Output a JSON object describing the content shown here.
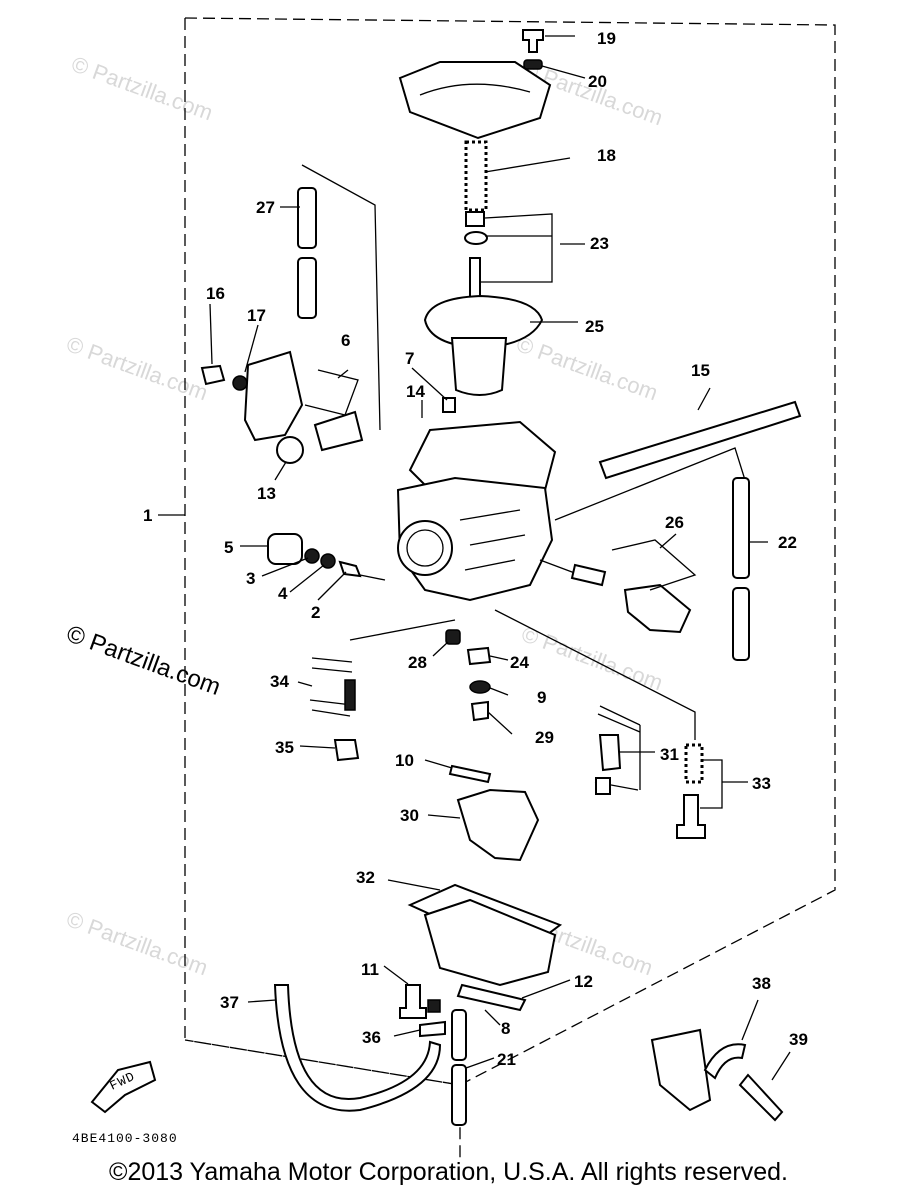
{
  "labels": {
    "c1": "1",
    "c2": "2",
    "c3": "3",
    "c4": "4",
    "c5": "5",
    "c6": "6",
    "c7": "7",
    "c8": "8",
    "c9": "9",
    "c10": "10",
    "c11": "11",
    "c12": "12",
    "c13": "13",
    "c14": "14",
    "c15": "15",
    "c16": "16",
    "c17": "17",
    "c18": "18",
    "c19": "19",
    "c20": "20",
    "c21": "21",
    "c22": "22",
    "c23": "23",
    "c24": "24",
    "c25": "25",
    "c26": "26",
    "c27": "27",
    "c28": "28",
    "c29": "29",
    "c30": "30",
    "c31": "31",
    "c32": "32",
    "c33": "33",
    "c34": "34",
    "c35": "35",
    "c36": "36",
    "c37": "37",
    "c38": "38",
    "c39": "39"
  },
  "watermark": {
    "small": "© Partzilla.com",
    "large": "© Partzilla.com"
  },
  "fwd_label": "FWD",
  "drawing_code": "4BE4100-3080",
  "copyright": "©2013 Yamaha Motor Corporation, U.S.A. All rights reserved."
}
